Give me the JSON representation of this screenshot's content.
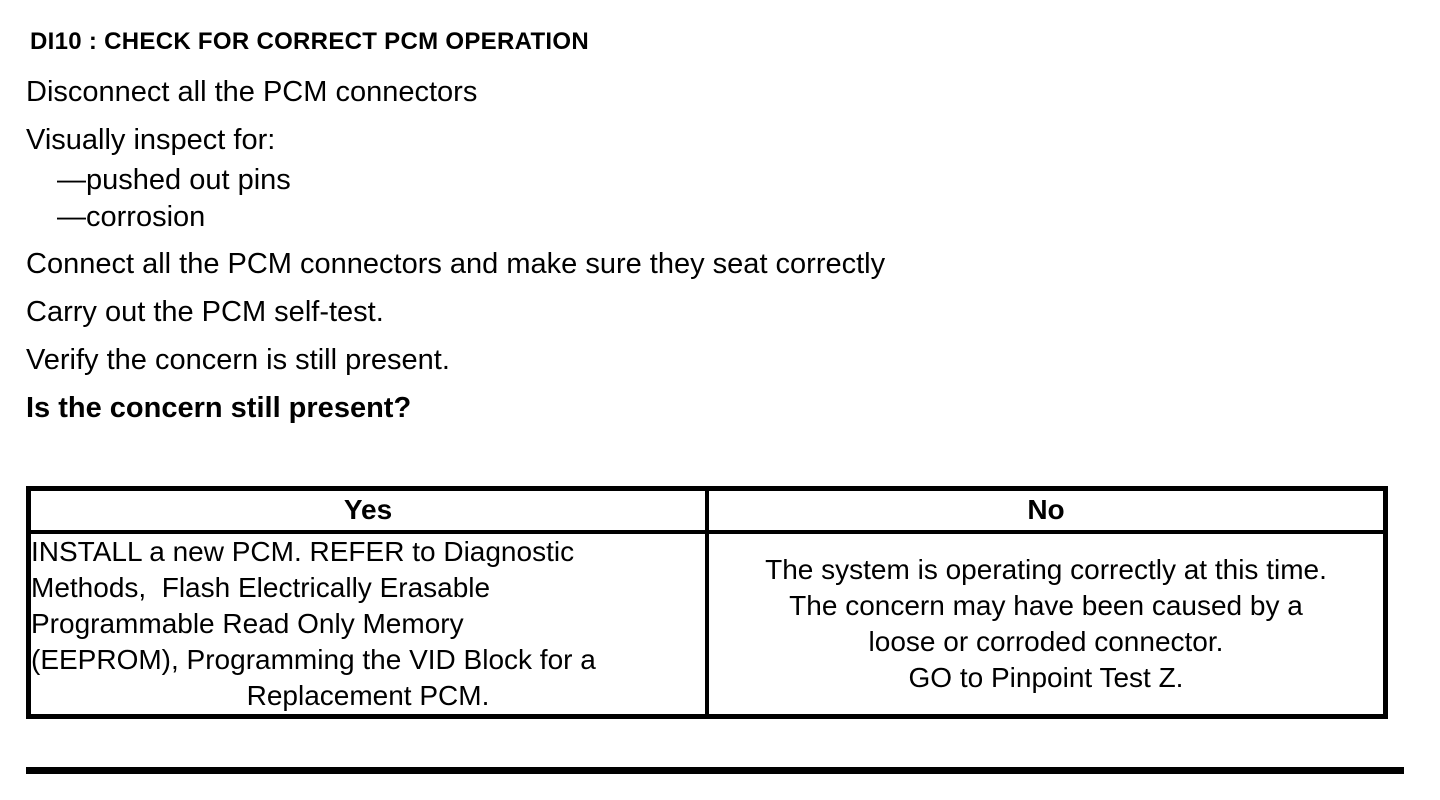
{
  "document": {
    "heading": "DI10 : CHECK FOR CORRECT PCM OPERATION",
    "steps": {
      "disconnect": "Disconnect all the PCM connectors",
      "inspect_intro": "Visually inspect for:",
      "inspect_items": [
        "—pushed out pins",
        "—corrosion"
      ],
      "connect": "Connect all the PCM connectors and make sure they seat correctly",
      "self_test": "Carry out the PCM self-test.",
      "verify": "Verify the concern is still present.",
      "question": "Is the concern still present?"
    },
    "results_table": {
      "yes_header": "Yes",
      "no_header": "No",
      "yes_lines": [
        "INSTALL a new PCM. REFER to Diagnostic",
        "Methods,  Flash Electrically Erasable",
        "Programmable Read Only Memory",
        "(EEPROM), Programming the VID Block for a",
        "Replacement PCM."
      ],
      "no_lines": [
        "The system is operating correctly at this time.",
        "The concern may have been caused by a",
        "loose or corroded connector.",
        "GO to Pinpoint Test Z."
      ]
    }
  },
  "colors": {
    "text": "#000000",
    "background": "#ffffff",
    "border": "#000000"
  }
}
